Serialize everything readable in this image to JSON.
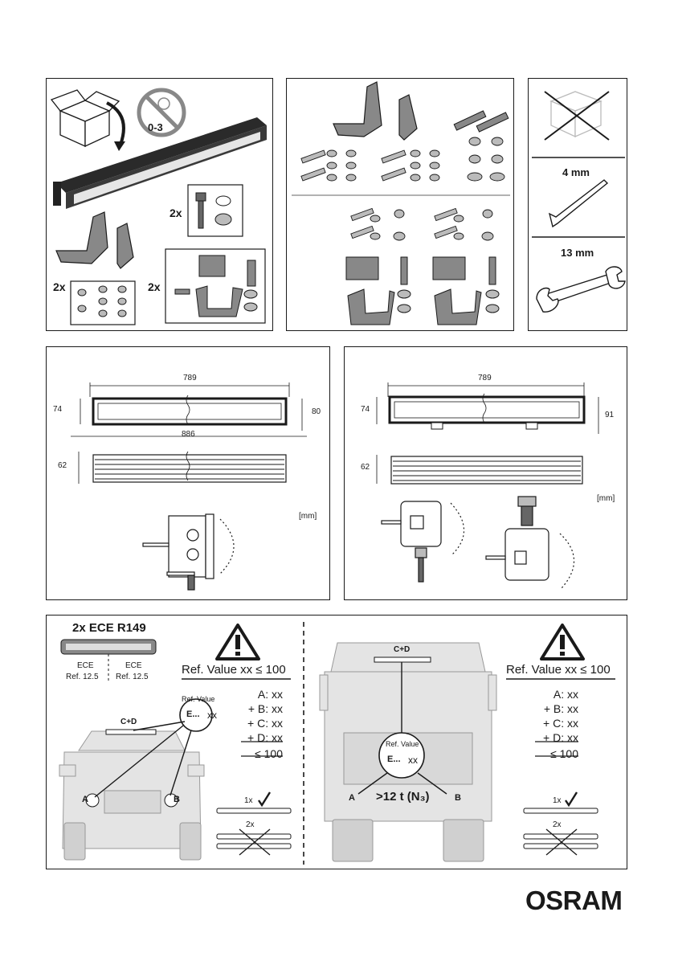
{
  "brand": {
    "logo": "OSRAM"
  },
  "panel_contents": {
    "age_warning": "0-3",
    "qty_bolt_set": "2x",
    "qty_screw_set": "2x",
    "qty_bracket_set": "2x"
  },
  "tools": {
    "hex_key": "4 mm",
    "wrench": "13 mm"
  },
  "dims_left": {
    "width_top": "789",
    "height_left": "74",
    "height_right": "80",
    "width_total": "886",
    "depth": "62",
    "unit": "[mm]"
  },
  "dims_right": {
    "width_top": "789",
    "height_left": "74",
    "height_right": "91",
    "depth": "62",
    "unit": "[mm]"
  },
  "homologation": {
    "ece_title": "2x ECE R149",
    "ece_label_1": "ECE",
    "ref_1": "Ref. 12.5",
    "ece_label_2": "ECE",
    "ref_2": "Ref. 12.5",
    "ref_value_heading": "Ref. Value xx ≤ 100",
    "sum_a": "A: xx",
    "sum_b": "+ B: xx",
    "sum_c": "+ C: xx",
    "sum_d": "+ D: xx",
    "sum_total": "≤ 100",
    "cd_label": "C+D",
    "ref_value_label": "Ref. Value",
    "e_mark": "E...",
    "e_value": "xx",
    "marker_a": "A",
    "marker_b": "B",
    "count_ok": "1x",
    "count_no": "2x",
    "truck_class": ">12 t (N₃)"
  }
}
